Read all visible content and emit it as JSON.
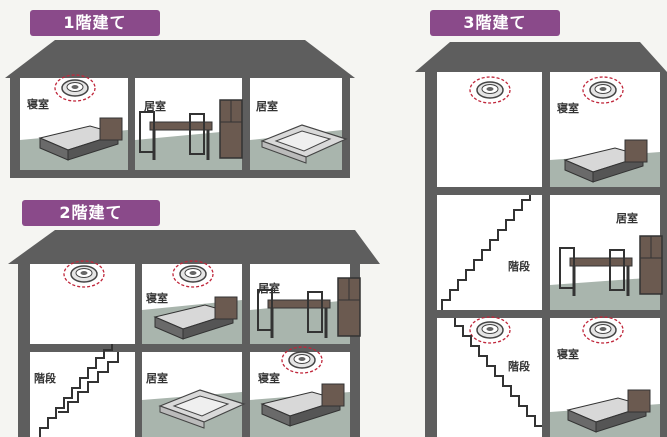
{
  "sections": {
    "one_story": {
      "title": "1階建て"
    },
    "two_story": {
      "title": "2階建て"
    },
    "three_story": {
      "title": "3階建て"
    }
  },
  "labels": {
    "bedroom": "寝室",
    "living": "居室",
    "stairs": "階段"
  },
  "colors": {
    "badge": "#8a4a8a",
    "roof": "#5e5e5e",
    "floor": "#a9b5ad",
    "detector_ring": "#c0273b"
  }
}
